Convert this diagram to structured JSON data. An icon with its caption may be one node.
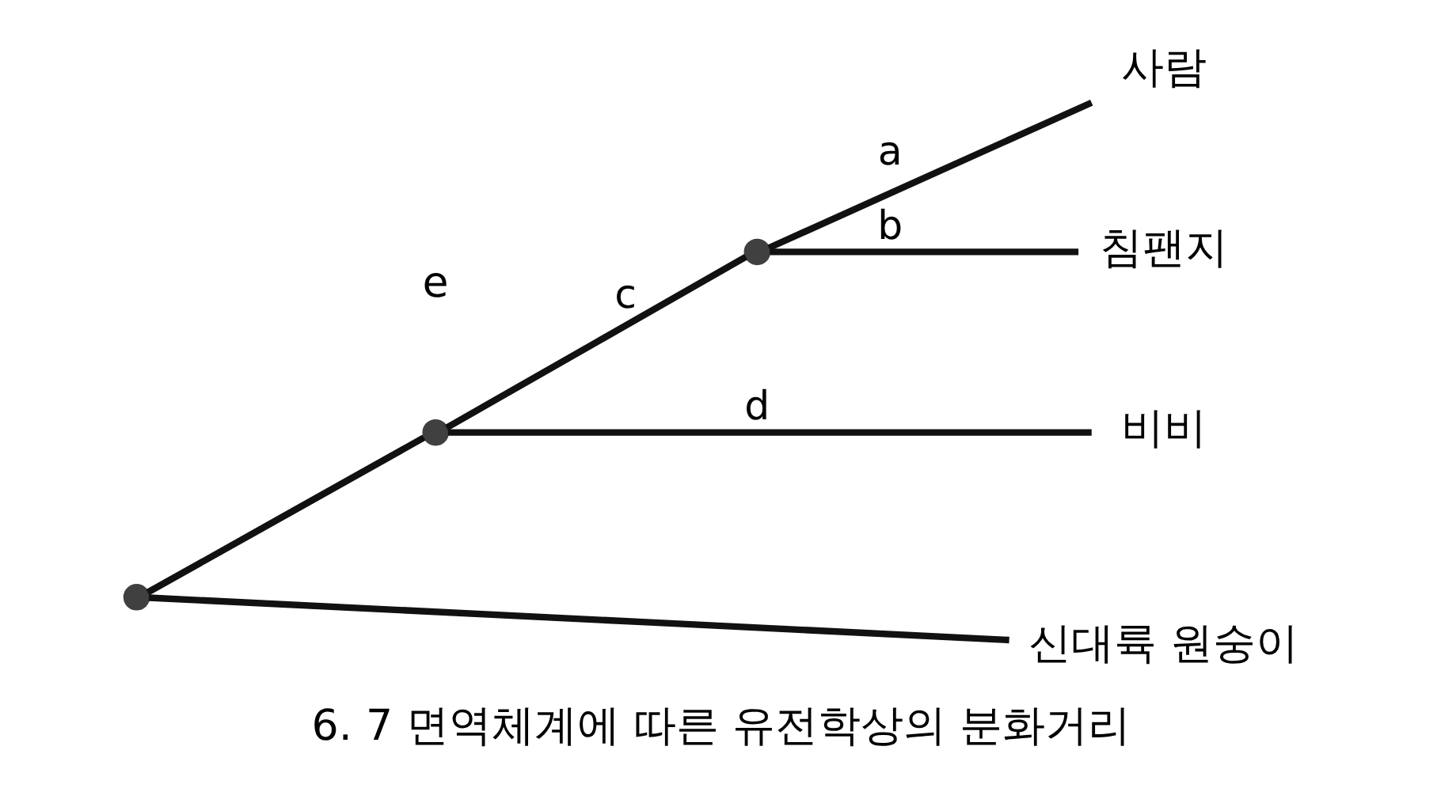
{
  "diagram": {
    "caption": "6. 7 면역체계에 따른 유전학상의 분화거리",
    "nodes": [
      {
        "text": [],
        "shape": "circle"
      },
      {
        "text": [],
        "shape": "circle"
      },
      {
        "text": [],
        "shape": "circle"
      },
      {
        "text": [
          "사람"
        ]
      },
      {
        "text": [
          "침팬지"
        ]
      },
      {
        "text": [
          "비비"
        ]
      },
      {
        "text": [
          "신대륙 원숭이"
        ]
      }
    ],
    "edges": [
      {
        "from": 0,
        "to": 1,
        "arrow": "none"
      },
      {
        "from": 1,
        "to": 2,
        "arrow": "none",
        "label": "c"
      },
      {
        "from": 2,
        "to": 3,
        "arrow": "none",
        "label": "a"
      },
      {
        "from": 2,
        "to": 4,
        "arrow": "none",
        "label": "b"
      },
      {
        "from": 1,
        "to": 5,
        "arrow": "none",
        "label": "d"
      },
      {
        "from": 0,
        "to": 6,
        "arrow": "none"
      }
    ],
    "labels": [
      "e"
    ]
  }
}
